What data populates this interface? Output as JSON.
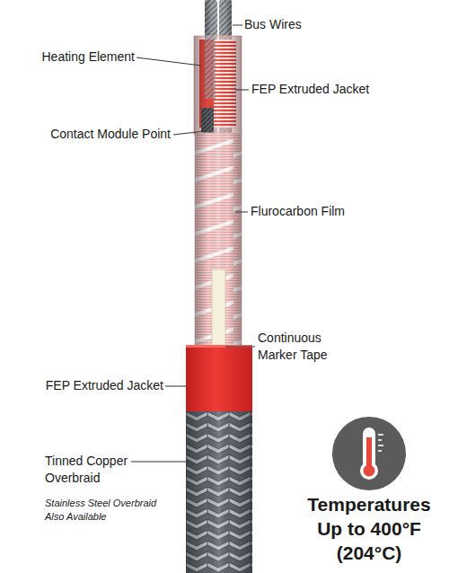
{
  "diagram": {
    "labels": [
      "Bus Wires",
      "Heating Element",
      "FEP Extruded Jacket",
      "Contact Module Point",
      "Flurocarbon Film",
      "Continuous Marker Tape",
      "FEP Extruded Jacket",
      "Tinned Copper Overbraid",
      "Stainless Steel Overbraid Also Available",
      "Temperatures Up to 400°F (204°C)"
    ]
  }
}
